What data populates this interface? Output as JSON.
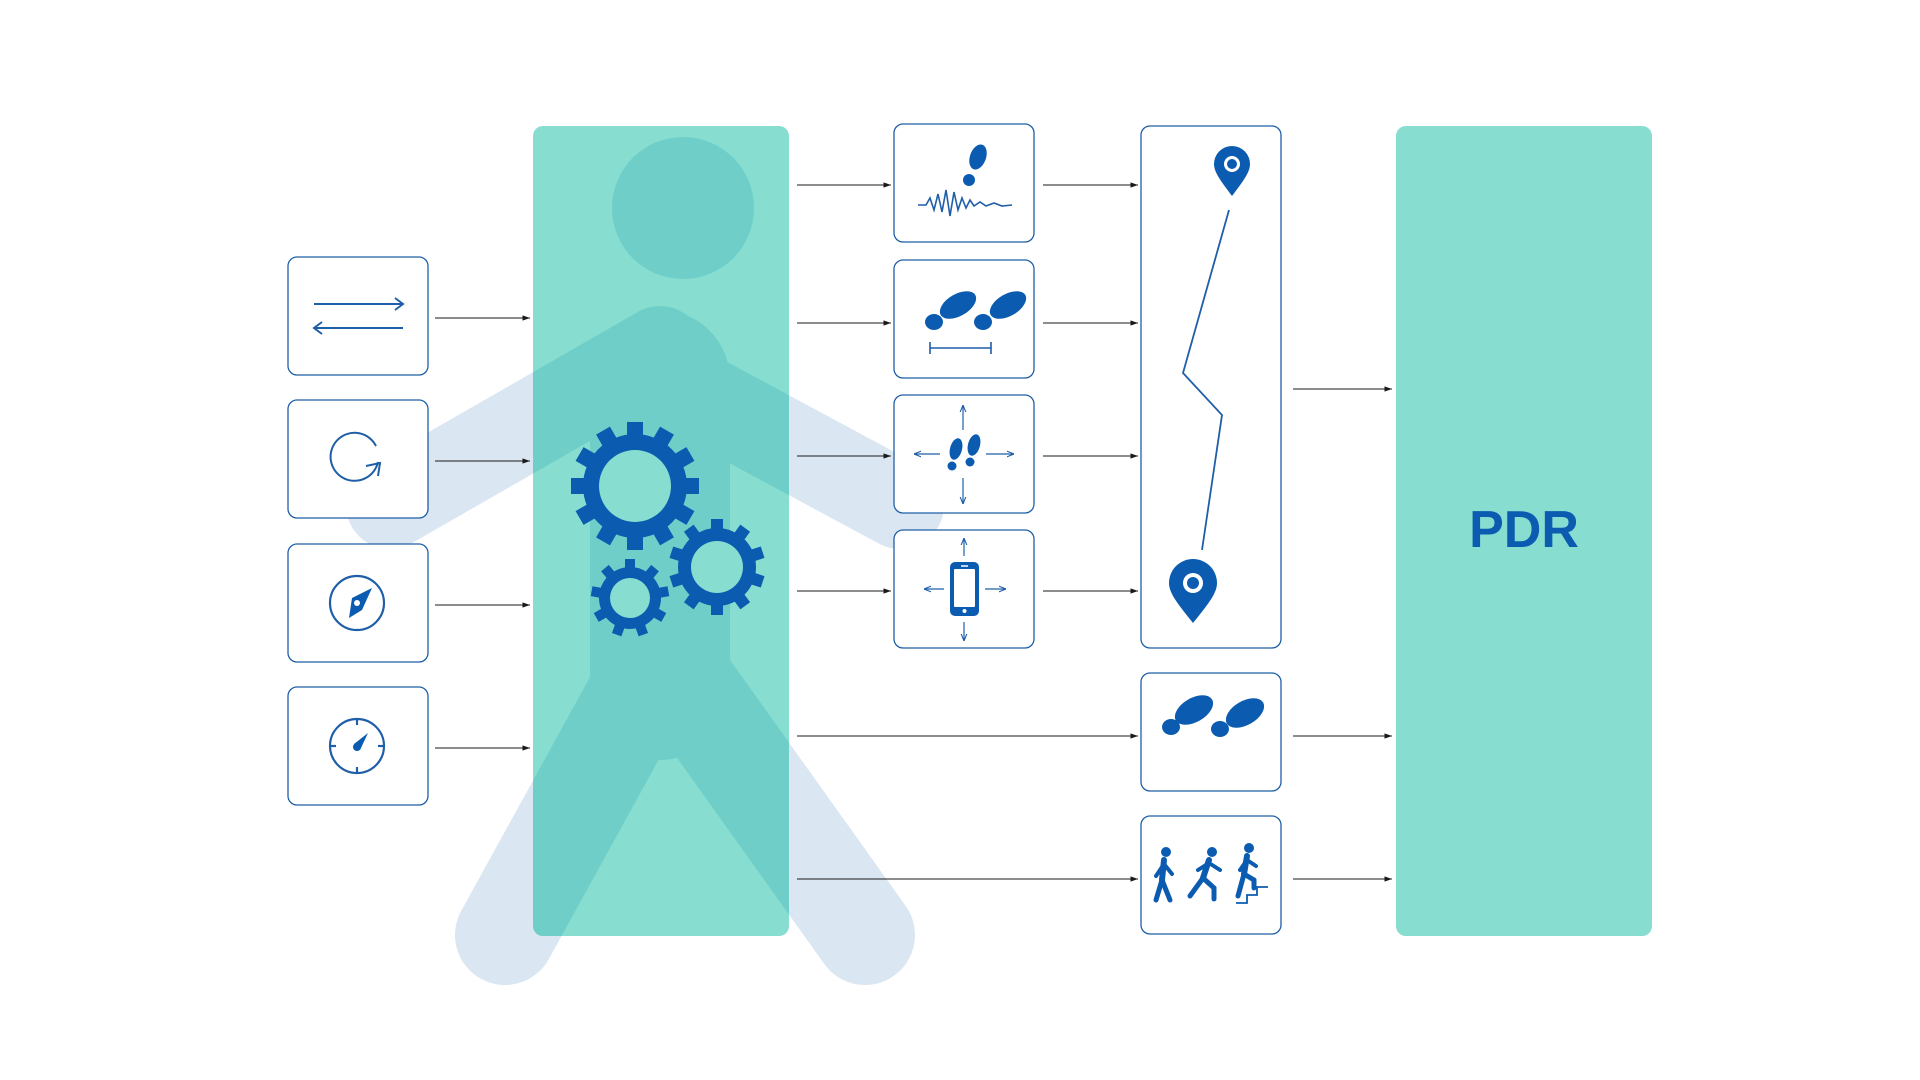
{
  "colors": {
    "background": "#ffffff",
    "teal_panel": "#86ddd0",
    "teal_overlap": "#6fcfc8",
    "silhouette": "#dae6f2",
    "brand_blue": "#0b5cb0",
    "icon_stroke": "#1f5fa8",
    "connector": "#1a1a1a"
  },
  "sensors": [
    {
      "id": "accelerometer",
      "icon": "bidirectional-arrows-icon"
    },
    {
      "id": "gyroscope",
      "icon": "rotation-arrow-icon"
    },
    {
      "id": "magnetometer",
      "icon": "compass-icon"
    },
    {
      "id": "barometer",
      "icon": "gauge-icon"
    }
  ],
  "processing": {
    "icon": "gears-icon",
    "background_figure": "walking-person-silhouette"
  },
  "features": [
    {
      "id": "step-detection",
      "icon": "footstep-waveform-icon"
    },
    {
      "id": "step-length",
      "icon": "footsteps-length-icon"
    },
    {
      "id": "heading",
      "icon": "footsteps-direction-icon"
    },
    {
      "id": "device-orientation",
      "icon": "phone-direction-icon"
    }
  ],
  "trajectory": {
    "icon": "trajectory-path-icon"
  },
  "outputs": [
    {
      "id": "step-count",
      "icon": "footsteps-hash-icon",
      "label": "#"
    },
    {
      "id": "activity",
      "icon": "walking-running-stairs-icon"
    }
  ],
  "result": {
    "label": "PDR"
  }
}
